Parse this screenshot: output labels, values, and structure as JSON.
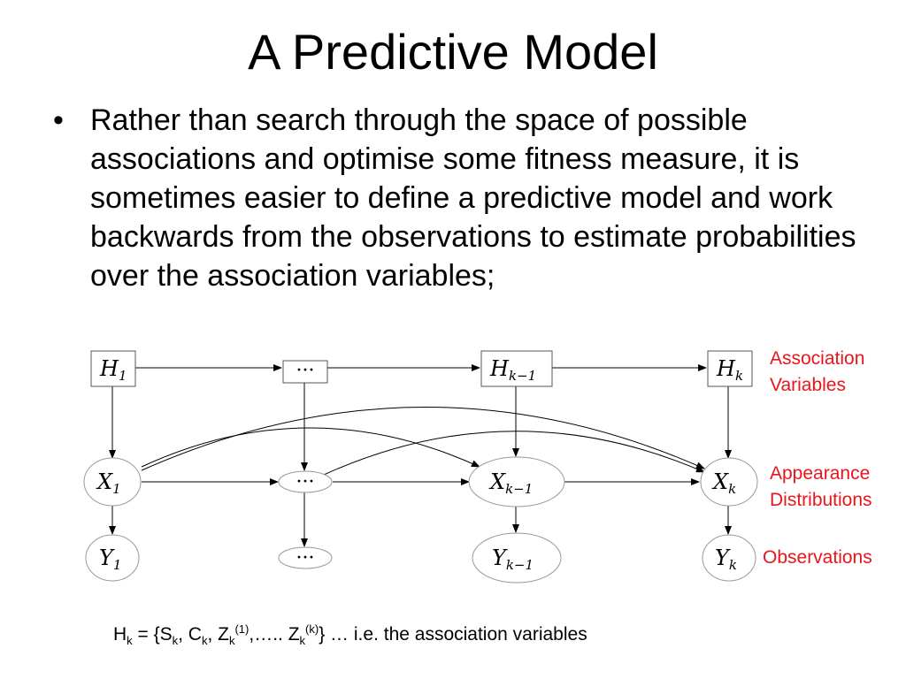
{
  "title": "A Predictive Model",
  "bullet": "Rather than search through the space of possible associations and optimise some fitness measure, it is sometimes easier to define a predictive model and work backwards from the observations to estimate probabilities over the association variables;",
  "bullet_symbol": "•",
  "labels": {
    "association": "Association\nVariables",
    "appearance": "Appearance\nDistributions",
    "observations": "Observations"
  },
  "label_color": "#e8151b",
  "nodes": {
    "h1": {
      "base": "H",
      "sub": "1"
    },
    "h_dots": "···",
    "hk1": {
      "base": "H",
      "sub": "k−1"
    },
    "hk": {
      "base": "H",
      "sub": "k"
    },
    "x1": {
      "base": "X",
      "sub": "1"
    },
    "x_dots": "···",
    "xk1": {
      "base": "X",
      "sub": "k−1"
    },
    "xk": {
      "base": "X",
      "sub": "k"
    },
    "y1": {
      "base": "Y",
      "sub": "1"
    },
    "y_dots": "···",
    "yk1": {
      "base": "Y",
      "sub": "k−1"
    },
    "yk": {
      "base": "Y",
      "sub": "k"
    }
  },
  "caption": {
    "h": "H",
    "h_sub": "k",
    "eq": " = {S",
    "s_sub": "k",
    "c": ", C",
    "c_sub": "k",
    "z": ", Z",
    "z_sub": "k",
    "z_sup": "(1)",
    "mid": ",….. Z",
    "z2_sub": "k",
    "z2_sup": "(k)",
    "tail": "} … i.e. the association variables"
  }
}
